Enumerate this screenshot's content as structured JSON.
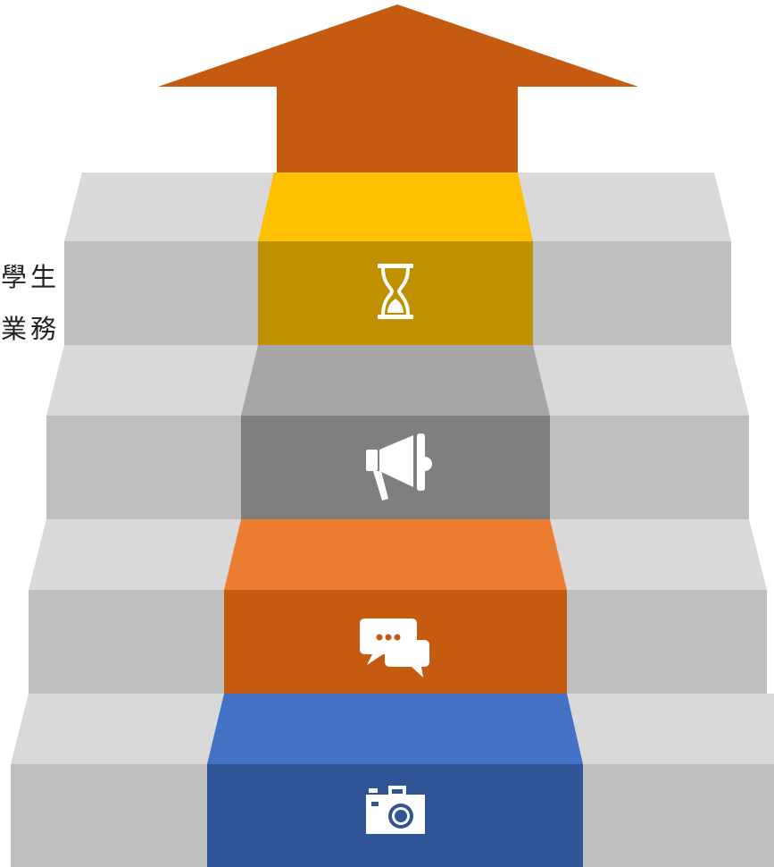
{
  "side_text": {
    "line1": "學生",
    "line2": "業務"
  },
  "colors": {
    "arrow": "#C55A11",
    "side_tread": "#D9D9D9",
    "side_riser": "#BFBFBF",
    "step_4_tread": "#FFC000",
    "step_4_riser": "#BF9000",
    "step_3_tread": "#A6A6A6",
    "step_3_riser": "#7F7F7F",
    "step_2_tread": "#ED7D31",
    "step_2_riser": "#C55A11",
    "step_1_tread": "#4472C4",
    "step_1_riser": "#2F5597",
    "icon": "#FFFFFF"
  },
  "steps": [
    {
      "level": 1,
      "icon": "camera-icon"
    },
    {
      "level": 2,
      "icon": "chat-bubbles-icon"
    },
    {
      "level": 3,
      "icon": "megaphone-icon"
    },
    {
      "level": 4,
      "icon": "hourglass-icon"
    }
  ],
  "top_marker": {
    "icon": "up-arrow"
  }
}
